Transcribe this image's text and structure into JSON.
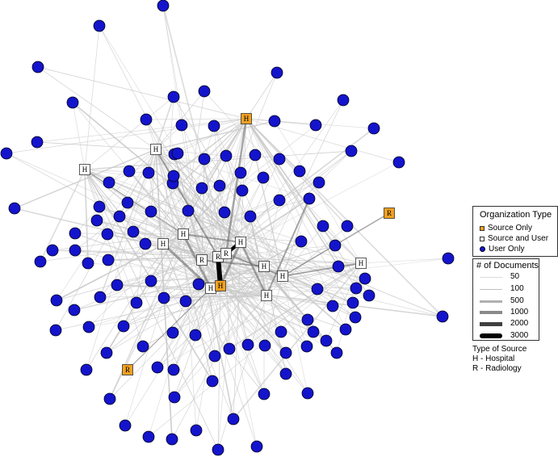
{
  "legend_org": {
    "title": "Organization Type",
    "items": [
      {
        "label": "Source Only",
        "color": "#f0a020"
      },
      {
        "label": "Source and User",
        "color": "#ffffff"
      },
      {
        "label": "User Only",
        "color": "#1414cc"
      }
    ]
  },
  "legend_docs": {
    "title": "# of Documents",
    "items": [
      "50",
      "100",
      "500",
      "1000",
      "2000",
      "3000"
    ]
  },
  "legend_types": {
    "title": "Type of Source",
    "items": [
      "H - Hospital",
      "R - Radiology"
    ]
  },
  "colors": {
    "user_node": "#1414cc",
    "source_only": "#f0a020",
    "source_user": "#ffffff",
    "edge_light": "#c8c8c8",
    "edge_dark": "#000000"
  }
}
